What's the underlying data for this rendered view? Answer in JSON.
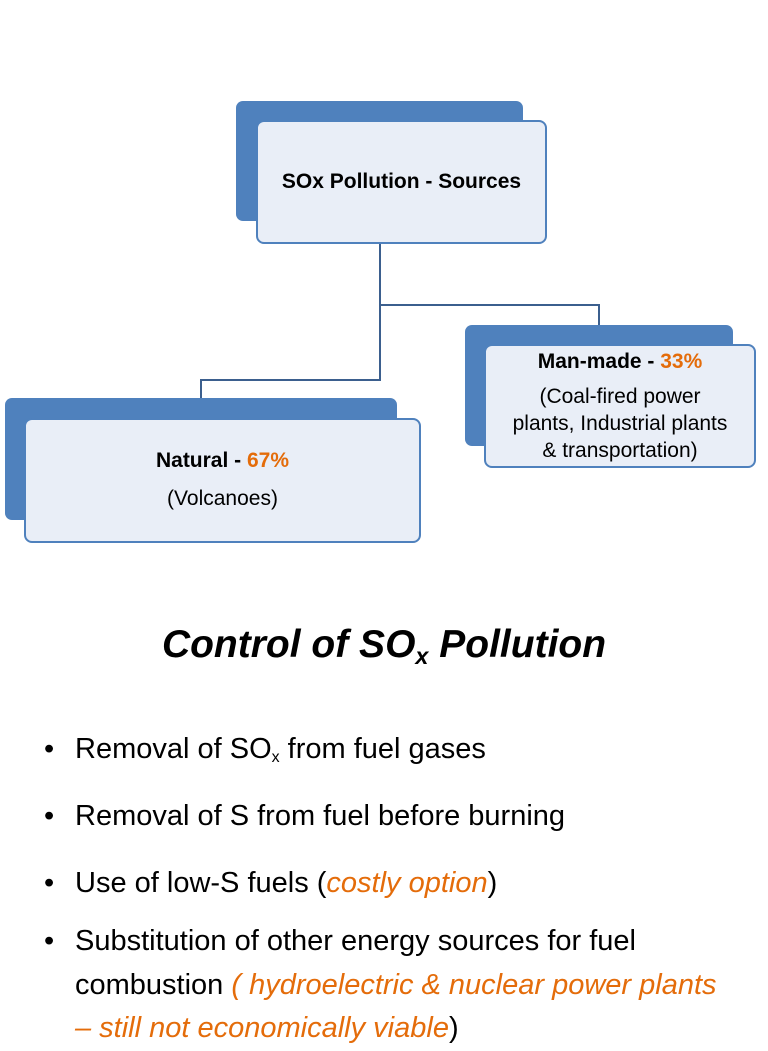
{
  "colors": {
    "back_box": "#4f81bd",
    "front_box_fill": "#e9eef7",
    "front_box_border": "#4f81bd",
    "connector": "#3b5f8e",
    "accent": "#e46c0a",
    "text": "#000000"
  },
  "diagram": {
    "root": {
      "title": "SOx Pollution - Sources"
    },
    "natural": {
      "label": "Natural - ",
      "percent": "67%",
      "detail": "(Volcanoes)"
    },
    "man_made": {
      "label": "Man-made - ",
      "percent": "33%",
      "detail_line1": "(Coal-fired power",
      "detail_line2": "plants, Industrial plants",
      "detail_line3": "& transportation)"
    }
  },
  "control": {
    "title_prefix": "Control of  SO",
    "title_subscript": "x",
    "title_suffix": " Pollution",
    "bullets": [
      {
        "prefix": "Removal of SO",
        "subscript": "x",
        "suffix": " from fuel gases"
      },
      {
        "text": "Removal of S from fuel before burning"
      },
      {
        "prefix": "Use of low-S fuels (",
        "accent": "costly option",
        "suffix": ")"
      },
      {
        "prefix": "Substitution of other energy sources for fuel combustion ",
        "accent": "( hydroelectric & nuclear power plants – still not economically viable",
        "suffix": ")"
      }
    ]
  }
}
